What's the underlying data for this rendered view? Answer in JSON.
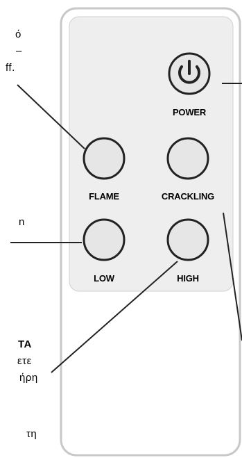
{
  "callouts": {
    "top_left": [
      "ό",
      "–",
      "ff."
    ],
    "mid_left": [
      "n"
    ],
    "bottom_left_bold": "TA",
    "bottom_left": [
      "ετε",
      "ήρη",
      "τη"
    ]
  },
  "remote": {
    "power": {
      "label": "POWER",
      "icon": "power-icon"
    },
    "flame": {
      "label": "FLAME"
    },
    "crackling": {
      "label": "CRACKLING"
    },
    "low": {
      "label": "LOW"
    },
    "high": {
      "label": "HIGH"
    }
  },
  "colors": {
    "remote_body": "#ffffff",
    "remote_outline": "#c8c8c8",
    "panel": "#eeeeee",
    "button_fill": "#e6e6e6",
    "line": "#222222"
  }
}
